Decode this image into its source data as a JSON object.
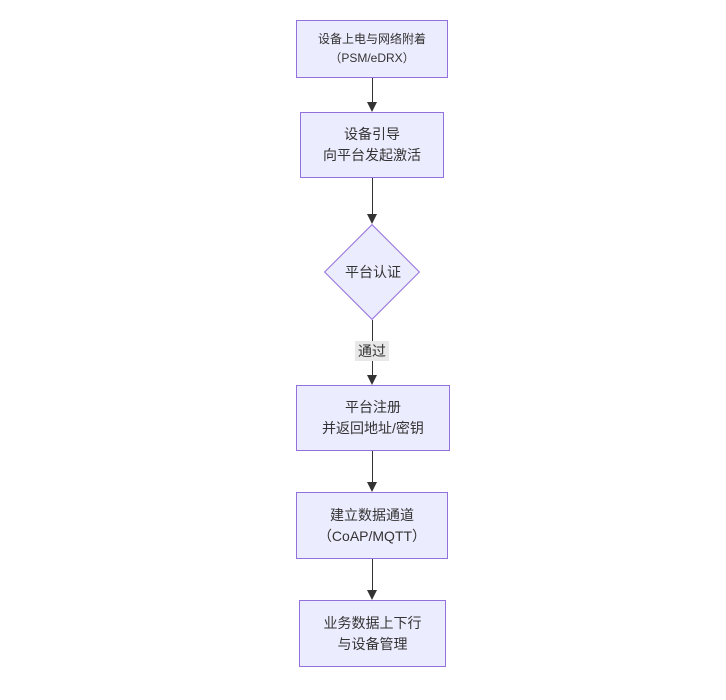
{
  "diagram": {
    "type": "flowchart",
    "direction": "top-down",
    "colors": {
      "node_fill": "#ECECFF",
      "node_border": "#9370DB",
      "edge_line": "#333333",
      "text": "#333333",
      "edge_label_bg": "#e8e8e8",
      "background": "#ffffff"
    },
    "nodes": {
      "power_attach": {
        "shape": "rect",
        "line1": "设备上电与网络附着",
        "line2": "（PSM/eDRX）"
      },
      "bootstrap": {
        "shape": "rect",
        "line1": "设备引导",
        "line2": "向平台发起激活"
      },
      "auth": {
        "shape": "diamond",
        "label": "平台认证"
      },
      "register": {
        "shape": "rect",
        "line1": "平台注册",
        "line2": "并返回地址/密钥"
      },
      "channel": {
        "shape": "rect",
        "line1": "建立数据通道",
        "line2": "（CoAP/MQTT）"
      },
      "business": {
        "shape": "rect",
        "line1": "业务数据上下行",
        "line2": "与设备管理"
      }
    },
    "edge_labels": {
      "auth_pass": "通过"
    }
  }
}
